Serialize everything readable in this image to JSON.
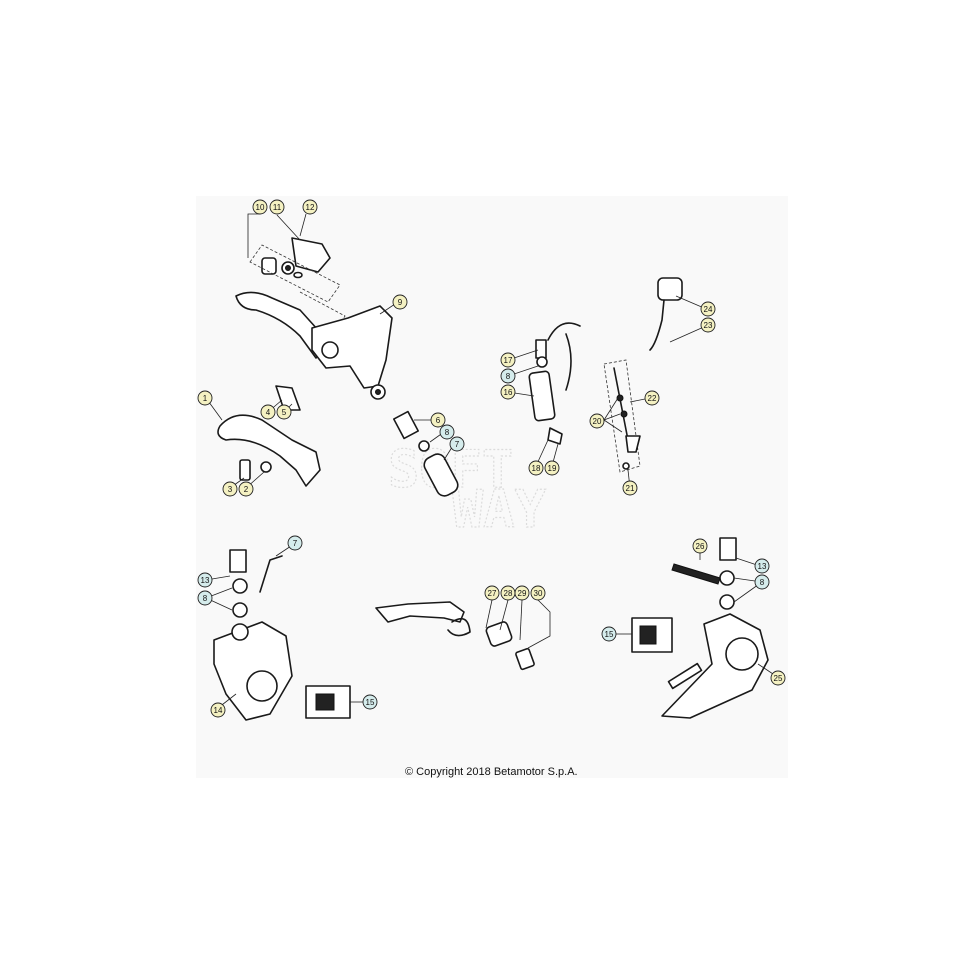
{
  "copyright": "© Copyright 2018 Betamotor S.p.A.",
  "watermark": [
    "SOFT",
    "WAY"
  ],
  "colors": {
    "yellow_callout": "#f4f1c2",
    "blue_callout": "#d5ecec",
    "line": "#1a1a1a"
  },
  "callouts": [
    {
      "label": "10",
      "color": "yellow"
    },
    {
      "label": "11",
      "color": "yellow"
    },
    {
      "label": "12",
      "color": "yellow"
    },
    {
      "label": "9",
      "color": "yellow"
    },
    {
      "label": "24",
      "color": "yellow"
    },
    {
      "label": "23",
      "color": "yellow"
    },
    {
      "label": "17",
      "color": "yellow"
    },
    {
      "label": "8",
      "color": "blue"
    },
    {
      "label": "16",
      "color": "yellow"
    },
    {
      "label": "22",
      "color": "yellow"
    },
    {
      "label": "20",
      "color": "yellow"
    },
    {
      "label": "1",
      "color": "yellow"
    },
    {
      "label": "4",
      "color": "yellow"
    },
    {
      "label": "5",
      "color": "yellow"
    },
    {
      "label": "6",
      "color": "yellow"
    },
    {
      "label": "8",
      "color": "blue"
    },
    {
      "label": "7",
      "color": "blue"
    },
    {
      "label": "18",
      "color": "yellow"
    },
    {
      "label": "19",
      "color": "yellow"
    },
    {
      "label": "21",
      "color": "yellow"
    },
    {
      "label": "3",
      "color": "yellow"
    },
    {
      "label": "2",
      "color": "yellow"
    },
    {
      "label": "7",
      "color": "blue"
    },
    {
      "label": "13",
      "color": "blue"
    },
    {
      "label": "8",
      "color": "blue"
    },
    {
      "label": "26",
      "color": "yellow"
    },
    {
      "label": "13",
      "color": "blue"
    },
    {
      "label": "8",
      "color": "blue"
    },
    {
      "label": "27",
      "color": "yellow"
    },
    {
      "label": "28",
      "color": "yellow"
    },
    {
      "label": "29",
      "color": "yellow"
    },
    {
      "label": "30",
      "color": "yellow"
    },
    {
      "label": "15",
      "color": "blue"
    },
    {
      "label": "14",
      "color": "yellow"
    },
    {
      "label": "15",
      "color": "blue"
    },
    {
      "label": "25",
      "color": "yellow"
    }
  ]
}
